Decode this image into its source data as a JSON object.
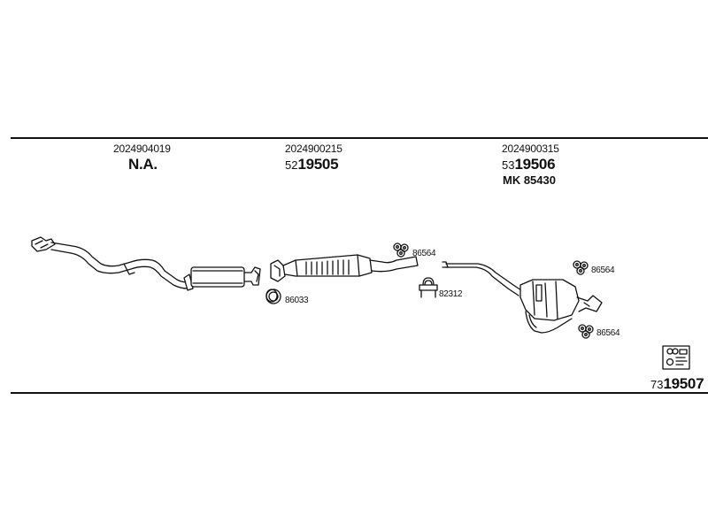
{
  "sections": [
    {
      "oe_number": "2024904019",
      "article": {
        "prefix": "",
        "number": "N.A."
      }
    },
    {
      "oe_number": "2024900215",
      "article": {
        "prefix": "52",
        "number": "19505"
      }
    },
    {
      "oe_number": "2024900315",
      "article": {
        "prefix": "53",
        "number": "19506"
      },
      "extra": "MK  85430"
    }
  ],
  "parts": {
    "clamp_1": "86564",
    "clamp_2": "86564",
    "clamp_3": "86564",
    "ring": "86033",
    "u_clamp": "82312"
  },
  "kit": {
    "prefix": "73",
    "number": "19507"
  },
  "icons": [
    "front-pipe-icon",
    "middle-silencer-icon",
    "rear-silencer-icon",
    "rubber-mount-icon",
    "gasket-ring-icon",
    "u-clamp-icon",
    "kit-box-icon"
  ],
  "colors": {
    "line": "#111111",
    "background": "#ffffff"
  }
}
